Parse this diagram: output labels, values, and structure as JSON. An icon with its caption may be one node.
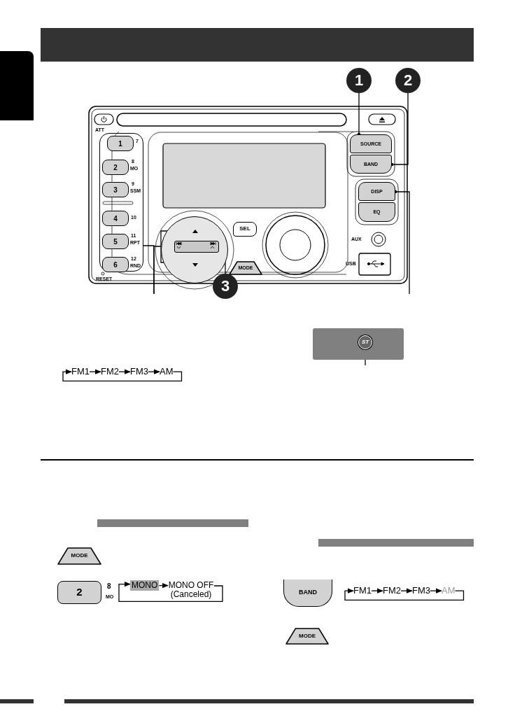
{
  "diagram": {
    "nodes": [
      {
        "text": [
          "1"
        ]
      },
      {
        "text": [
          "2"
        ]
      },
      {
        "text": [
          "3"
        ]
      },
      {
        "text": [],
        "shape": "box"
      },
      {
        "text": [
          "1"
        ],
        "in": 3
      },
      {
        "text": [
          "2"
        ],
        "in": 3
      },
      {
        "text": [
          "3"
        ],
        "in": 3
      },
      {
        "text": [
          "4"
        ],
        "in": 3
      },
      {
        "text": [
          "5"
        ],
        "in": 3
      },
      {
        "text": [
          "6"
        ],
        "in": 3
      },
      {
        "text": [
          "SOURCE"
        ]
      },
      {
        "text": [
          "BAND"
        ]
      },
      {
        "text": [
          "DISP"
        ]
      },
      {
        "text": [
          "EQ"
        ]
      },
      {
        "text": [
          "SEL"
        ]
      },
      {
        "text": [
          "MODE"
        ]
      },
      {
        "text": [],
        "shape": "circle"
      },
      {
        "text": [],
        "shape": "box",
        "in": 16
      },
      {
        "text": [],
        "shape": "box"
      },
      {
        "text": [
          "ST"
        ],
        "in": 18
      },
      {
        "text": [
          "FM1"
        ]
      },
      {
        "text": [
          "FM2"
        ]
      },
      {
        "text": [
          "FM3"
        ]
      },
      {
        "text": [
          "AM"
        ]
      },
      {
        "text": [
          "MODE"
        ]
      },
      {
        "text": [
          "2"
        ]
      },
      {
        "text": [
          "MONO"
        ]
      },
      {
        "text": [
          "MONO OFF (Canceled)"
        ]
      },
      {
        "text": [
          "BAND"
        ]
      },
      {
        "text": [
          "FM1"
        ]
      },
      {
        "text": [
          "FM2"
        ]
      },
      {
        "text": [
          "FM3"
        ]
      },
      {
        "text": [
          "AM"
        ]
      },
      {
        "text": [
          "MODE"
        ]
      },
      {
        "text": [],
        "shape": "bar"
      },
      {
        "text": [],
        "shape": "bar"
      }
    ],
    "edges": [
      {
        "from": 0,
        "to": 10,
        "arrow": "other"
      },
      {
        "from": 1,
        "to": 11,
        "arrow": "other"
      },
      {
        "from": 12,
        "to": null,
        "arrow": "other"
      },
      {
        "from": 2,
        "to": 17,
        "arrow": "other"
      },
      {
        "from": 3,
        "to": null,
        "arrow": "none"
      },
      {
        "from": 16,
        "to": null,
        "arrow": "none"
      },
      {
        "from": 19,
        "to": null,
        "arrow": "none"
      },
      {
        "from": 20,
        "to": 21,
        "arrow": "to"
      },
      {
        "from": 21,
        "to": 22,
        "arrow": "to"
      },
      {
        "from": 22,
        "to": 23,
        "arrow": "to"
      },
      {
        "from": 23,
        "to": 20,
        "arrow": "to"
      },
      {
        "from": 26,
        "to": 27,
        "arrow": "to"
      },
      {
        "from": 27,
        "to": 26,
        "arrow": "to"
      },
      {
        "from": 29,
        "to": 30,
        "arrow": "to"
      },
      {
        "from": 30,
        "to": 31,
        "arrow": "to"
      },
      {
        "from": 31,
        "to": 32,
        "arrow": "to"
      },
      {
        "from": 32,
        "to": 29,
        "arrow": "to"
      }
    ],
    "labels": [
      "ATT",
      "7",
      "8",
      "MO",
      "9",
      "SSM",
      "10",
      "11",
      "RPT",
      "12",
      "RND",
      "RESET",
      "AUX",
      "USB",
      "8",
      "MO"
    ]
  }
}
